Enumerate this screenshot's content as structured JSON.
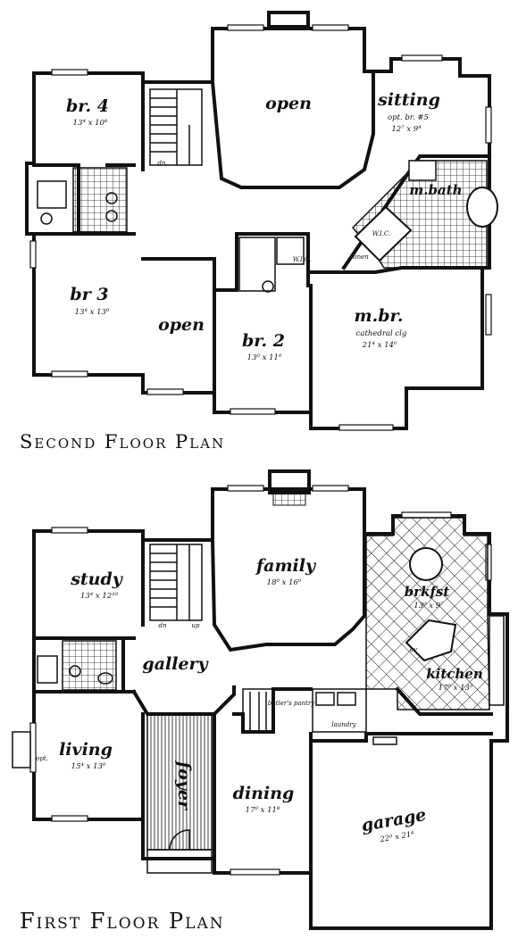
{
  "plans": {
    "second_floor_title": "Second Floor Plan",
    "first_floor_title": "First Floor Plan"
  },
  "second_floor": {
    "br4": {
      "name": "br. 4",
      "dim": "13⁴ x 10⁸"
    },
    "open_top": {
      "name": "open"
    },
    "sitting": {
      "name": "sitting",
      "note": "opt. br. #5",
      "dim": "12⁷ x 9⁴"
    },
    "mbath": {
      "name": "m.bath"
    },
    "wic_master": {
      "name": "W.I.C."
    },
    "linen": {
      "name": "linen"
    },
    "wic_br2": {
      "name": "W.I.C."
    },
    "dn": {
      "name": "dn."
    },
    "br3": {
      "name": "br 3",
      "dim": "13⁴ x 13⁰"
    },
    "open_mid": {
      "name": "open"
    },
    "br2": {
      "name": "br. 2",
      "dim": "13⁰ x 11⁰"
    },
    "mbr": {
      "name": "m.br.",
      "note": "cathedral clg",
      "dim": "21⁴ x 14⁰"
    }
  },
  "first_floor": {
    "study": {
      "name": "study",
      "dim": "13⁴ x 12¹⁰"
    },
    "family": {
      "name": "family",
      "dim": "18⁰ x 16⁰"
    },
    "brkfst": {
      "name": "brkfst",
      "dim": "13⁰ x 9⁷"
    },
    "kitchen": {
      "name": "kitchen",
      "dim": "17⁰ x 13³"
    },
    "gallery": {
      "name": "gallery"
    },
    "dn": {
      "name": "dn"
    },
    "up": {
      "name": "up"
    },
    "butlers": {
      "name": "butler's pantry"
    },
    "laundry": {
      "name": "laundry"
    },
    "living": {
      "name": "living",
      "dim": "15⁴ x 13⁰"
    },
    "opt": {
      "name": "opt."
    },
    "foyer": {
      "name": "foyer"
    },
    "dining": {
      "name": "dining",
      "dim": "17⁰ x 11⁸"
    },
    "garage": {
      "name": "garage",
      "dim": "22⁰ x 21⁴"
    },
    "ov": {
      "name": "ov"
    }
  },
  "colors": {
    "ink": "#111111",
    "paper": "#ffffff"
  }
}
